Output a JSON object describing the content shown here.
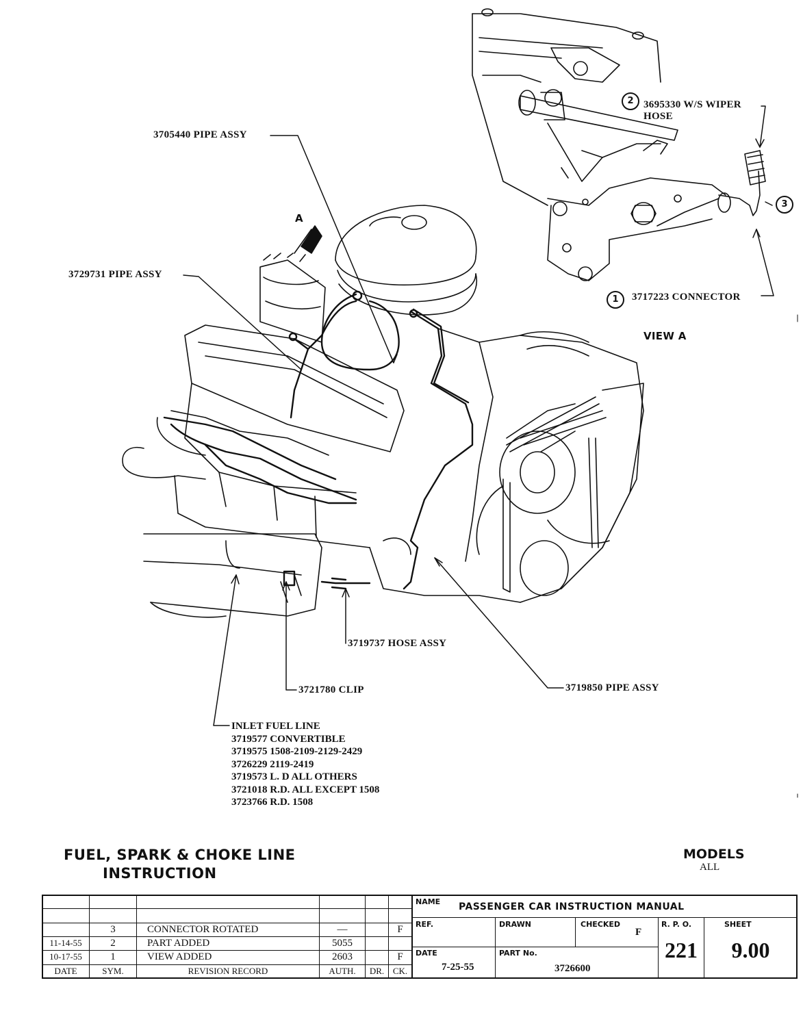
{
  "callouts": {
    "pipe_3705440": "3705440 PIPE ASSY",
    "pipe_3729731": "3729731 PIPE ASSY",
    "hose_3719737": "3719737 HOSE ASSY",
    "clip_3721780": "3721780 CLIP",
    "pipe_3719850": "3719850 PIPE ASSY",
    "wiper_hose_line1": "3695330 W/S WIPER",
    "wiper_hose_line2": "HOSE",
    "connector_3717223": "3717223 CONNECTOR",
    "view_a": "VIEW A",
    "arrow_a": "A",
    "circle_1": "1",
    "circle_2": "2",
    "circle_3": "3"
  },
  "inlet_fuel_line": [
    "INLET FUEL LINE",
    "3719577 CONVERTIBLE",
    "3719575 1508-2109-2129-2429",
    "3726229 2119-2419",
    "3719573 L. D ALL OTHERS",
    "3721018 R.D. ALL EXCEPT 1508",
    "3723766 R.D. 1508"
  ],
  "title": {
    "line1": "FUEL, SPARK & CHOKE LINE",
    "line2": "INSTRUCTION"
  },
  "models": {
    "label": "MODELS",
    "value": "ALL"
  },
  "title_block": {
    "name_label": "NAME",
    "name_value": "PASSENGER CAR INSTRUCTION MANUAL",
    "ref_label": "REF.",
    "drawn_label": "DRAWN",
    "checked_label": "CHECKED",
    "checked_value": "F",
    "rpo_label": "R. P. O.",
    "rpo_value": "221",
    "sheet_label": "SHEET",
    "sheet_value": "9.00",
    "date_label": "DATE",
    "date_value": "7-25-55",
    "part_label": "PART No.",
    "part_value": "3726600"
  },
  "revisions": {
    "headers": [
      "DATE",
      "SYM.",
      "REVISION RECORD",
      "AUTH.",
      "DR.",
      "CK."
    ],
    "rows": [
      {
        "date": "",
        "sym": "3",
        "record": "CONNECTOR ROTATED",
        "auth": "—",
        "dr": "",
        "ck": "F"
      },
      {
        "date": "11-14-55",
        "sym": "2",
        "record": "PART ADDED",
        "auth": "5055",
        "dr": "",
        "ck": ""
      },
      {
        "date": "10-17-55",
        "sym": "1",
        "record": "VIEW ADDED",
        "auth": "2603",
        "dr": "",
        "ck": "F"
      }
    ]
  }
}
